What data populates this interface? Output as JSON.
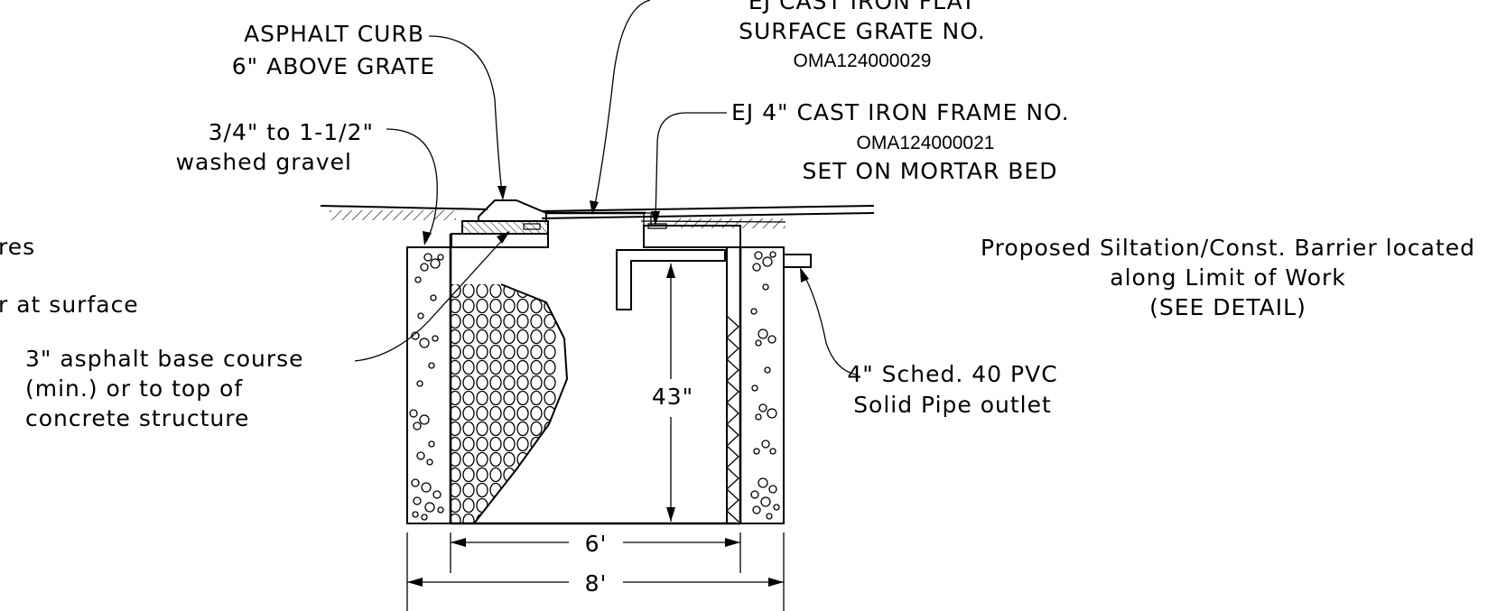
{
  "labels": {
    "grate_title_1": "EJ CAST IRON FLAT",
    "grate_title_2": "SURFACE GRATE NO.",
    "grate_number": "OMA124000029",
    "curb_1": "ASPHALT CURB",
    "curb_2": "6\" ABOVE GRATE",
    "gravel_1": "3/4\" to 1-1/2\"",
    "gravel_2": "washed gravel",
    "frame_1": "EJ 4\" CAST IRON FRAME NO.",
    "frame_number": "OMA124000021",
    "frame_3": "SET ON MORTAR BED",
    "left_partial_1": "res",
    "left_partial_2": "r at surface",
    "base_1": "3\" asphalt base course",
    "base_2": "(min.) or to top of",
    "base_3": "concrete structure",
    "barrier_1": "Proposed Siltation/Const. Barrier located",
    "barrier_2": "along Limit of Work",
    "barrier_3": "(SEE DETAIL)",
    "pipe_1": "4\" Sched. 40 PVC",
    "pipe_2": "Solid Pipe outlet",
    "height_dim": "43\"",
    "inner_width_dim": "6'",
    "outer_width_dim": "8'"
  }
}
